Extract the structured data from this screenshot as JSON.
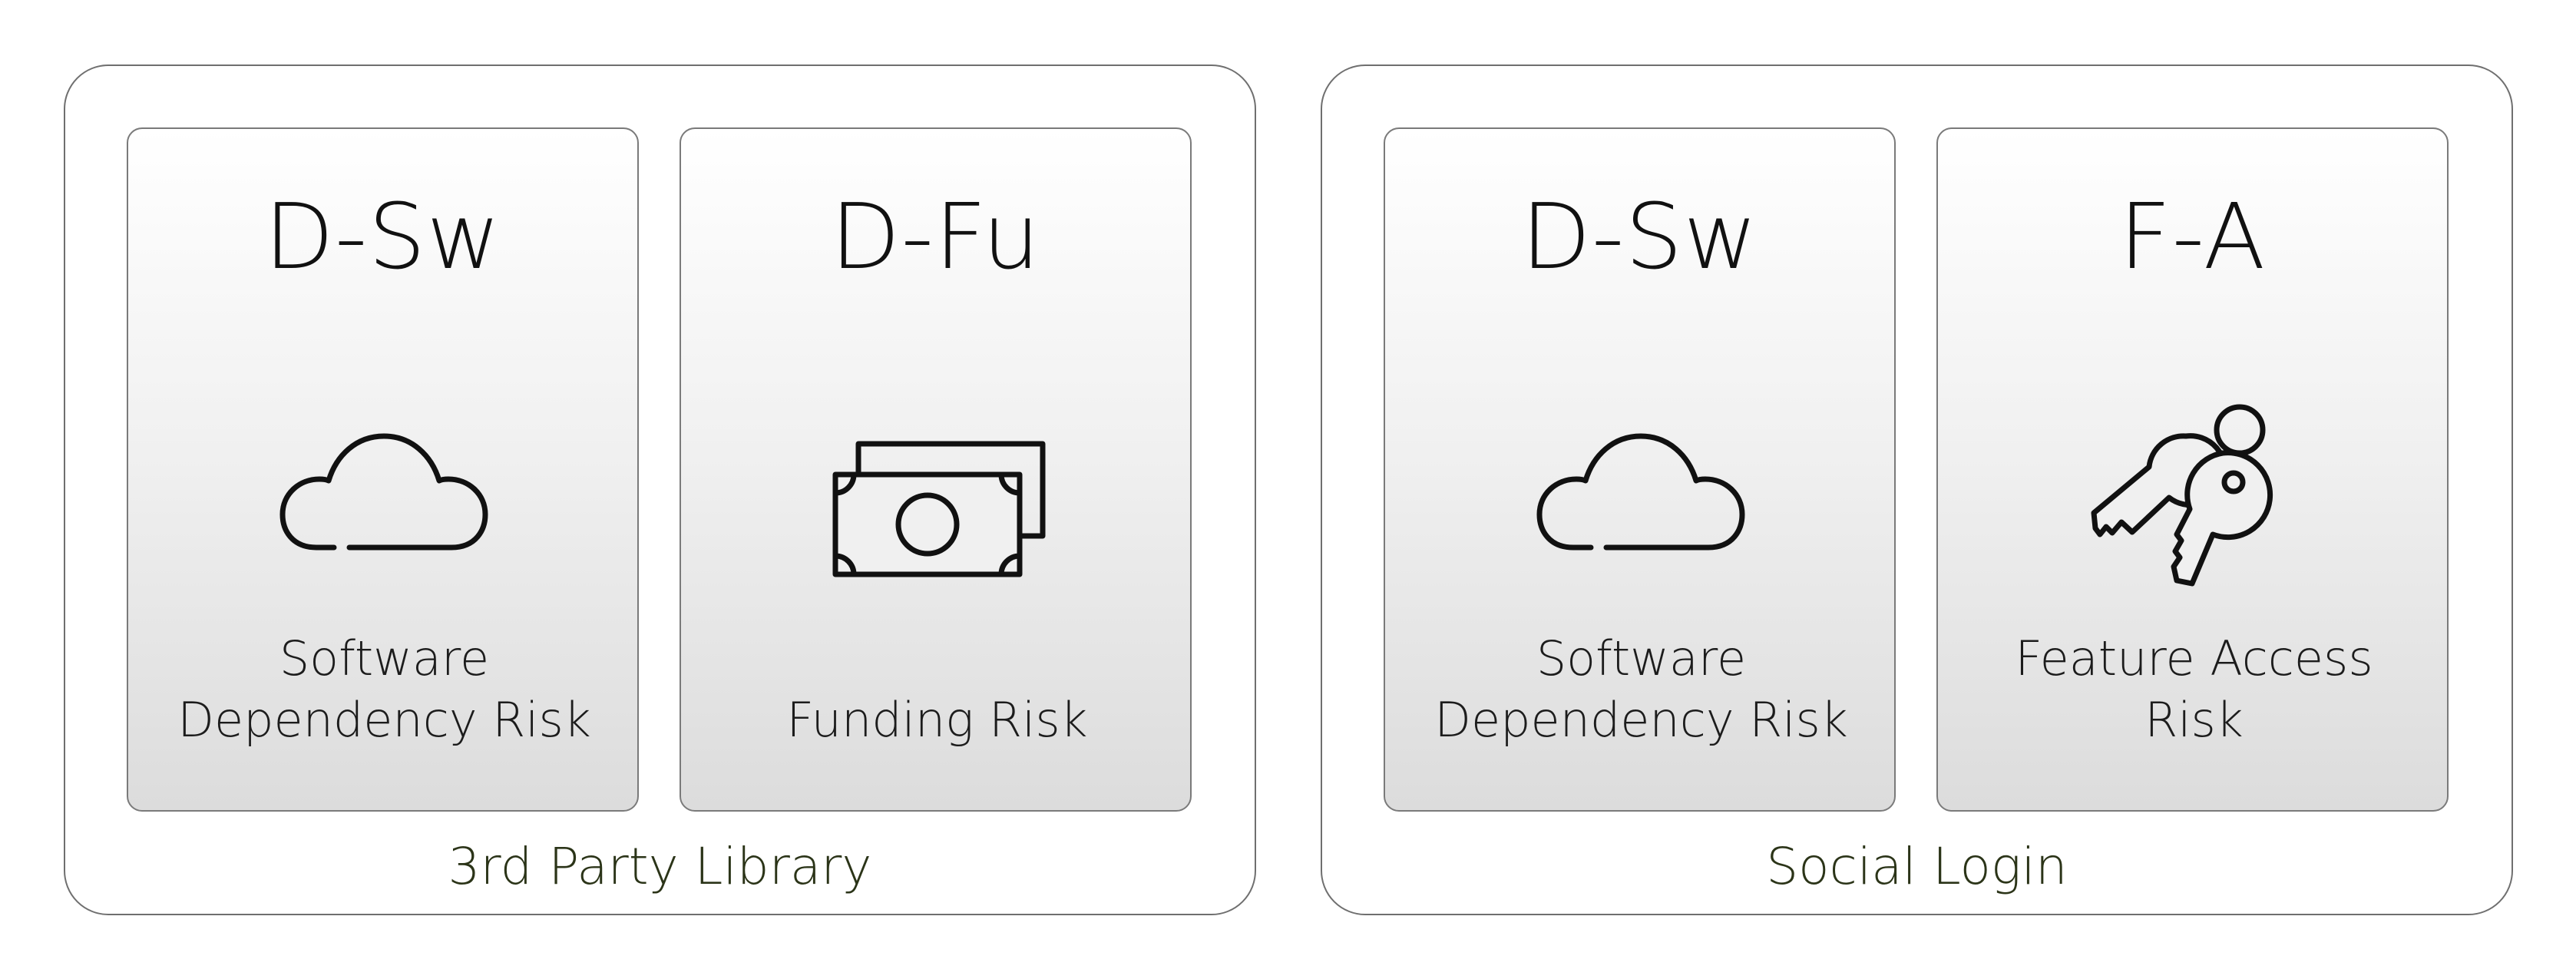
{
  "colors": {
    "border": "#6f6f6f",
    "card_top": "#ffffff",
    "card_bottom": "#dcdcdc",
    "group_label": "#2b3418",
    "icon_stroke": "#111111"
  },
  "groups": [
    {
      "label": "3rd Party Library",
      "cards": [
        {
          "code": "D-Sw",
          "name_lines": [
            "Software",
            "Dependency Risk"
          ],
          "icon": "cloud-icon"
        },
        {
          "code": "D-Fu",
          "name_lines": [
            "Funding Risk"
          ],
          "icon": "money-icon"
        }
      ]
    },
    {
      "label": "Social Login",
      "cards": [
        {
          "code": "D-Sw",
          "name_lines": [
            "Software",
            "Dependency Risk"
          ],
          "icon": "cloud-icon"
        },
        {
          "code": "F-A",
          "name_lines": [
            "Feature Access",
            "Risk"
          ],
          "icon": "keys-icon"
        }
      ]
    }
  ]
}
